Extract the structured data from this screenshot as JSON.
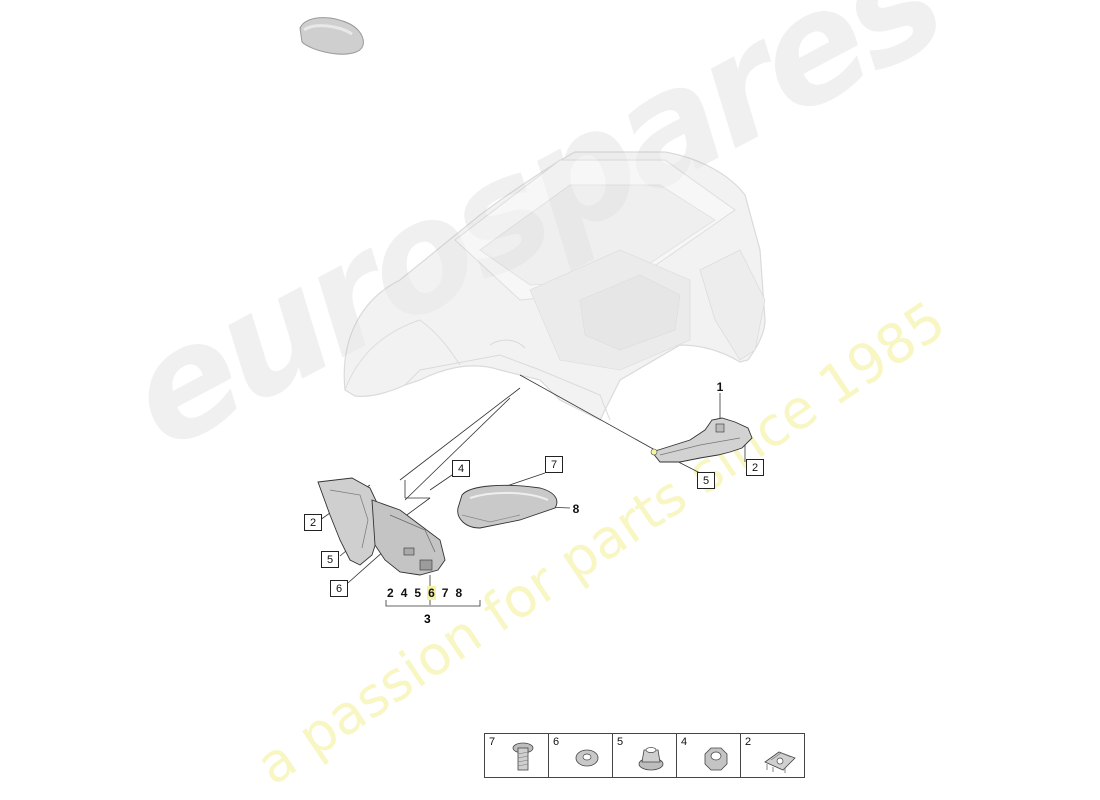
{
  "watermark": {
    "logo": "eurospares",
    "tagline": "a passion for parts since 1985"
  },
  "callouts": [
    {
      "id": "c1",
      "label": "1",
      "style": "bold"
    },
    {
      "id": "c2a",
      "label": "2",
      "style": "box"
    },
    {
      "id": "c5a",
      "label": "5",
      "style": "box"
    },
    {
      "id": "c7",
      "label": "7",
      "style": "box"
    },
    {
      "id": "c8",
      "label": "8",
      "style": "bold"
    },
    {
      "id": "c4",
      "label": "4",
      "style": "box"
    },
    {
      "id": "c2b",
      "label": "2",
      "style": "box"
    },
    {
      "id": "c5b",
      "label": "5",
      "style": "box"
    },
    {
      "id": "c6",
      "label": "6",
      "style": "box"
    }
  ],
  "assembly_group": {
    "numbers": [
      "2",
      "4",
      "5",
      "6",
      "7",
      "8"
    ],
    "highlighted": [
      "6"
    ],
    "label": "3"
  },
  "hardware_strip": [
    {
      "num": "7",
      "icon": "bolt-icon"
    },
    {
      "num": "6",
      "icon": "washer-icon"
    },
    {
      "num": "5",
      "icon": "flange-nut-icon"
    },
    {
      "num": "4",
      "icon": "hex-nut-icon"
    },
    {
      "num": "2",
      "icon": "clip-nut-icon"
    }
  ],
  "colors": {
    "line": "#333333",
    "part_fill": "#d6d6d6",
    "body_fill": "#ededed",
    "highlight": "#f3f3a0"
  }
}
